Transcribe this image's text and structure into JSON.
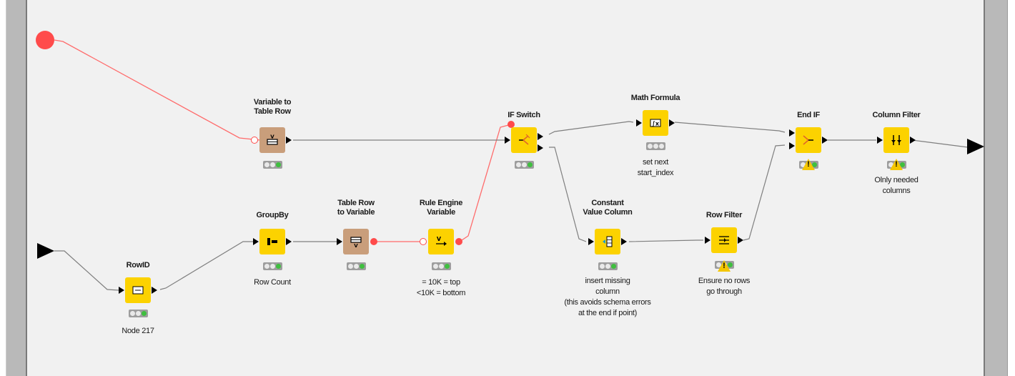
{
  "workflow": {
    "nodes": {
      "variable_to_table_row": {
        "title": "Variable to\nTable Row",
        "description": "",
        "icon": "variable-to-table-icon",
        "color": "#c99e7b",
        "status": [
          "off",
          "off",
          "green"
        ]
      },
      "if_switch": {
        "title": "IF Switch",
        "description": "",
        "icon": "if-switch-icon",
        "color": "#fcd200",
        "status": [
          "off",
          "off",
          "green"
        ]
      },
      "math_formula": {
        "title": "Math Formula",
        "description": "set next\nstart_index",
        "icon": "math-formula-icon",
        "color": "#fcd200",
        "status": [
          "off",
          "off",
          "off"
        ]
      },
      "end_if": {
        "title": "End IF",
        "description": "",
        "icon": "end-if-icon",
        "color": "#fcd200",
        "status": [
          "off",
          "warning",
          "green"
        ]
      },
      "column_filter": {
        "title": "Column Filter",
        "description": "Olnly needed\ncolumns",
        "icon": "column-filter-icon",
        "color": "#fcd200",
        "status": [
          "off",
          "warning",
          "green"
        ]
      },
      "groupby": {
        "title": "GroupBy",
        "description": "Row Count",
        "icon": "groupby-icon",
        "color": "#fcd200",
        "status": [
          "off",
          "off",
          "green"
        ]
      },
      "table_row_to_variable": {
        "title": "Table Row\nto Variable",
        "description": "",
        "icon": "table-to-variable-icon",
        "color": "#c99e7b",
        "status": [
          "off",
          "off",
          "green"
        ]
      },
      "rule_engine_variable": {
        "title": "Rule Engine\nVariable",
        "description": "= 10K = top\n<10K = bottom",
        "icon": "rule-engine-icon",
        "color": "#fcd200",
        "status": [
          "off",
          "off",
          "green"
        ]
      },
      "constant_value_column": {
        "title": "Constant\nValue Column",
        "description": "insert missing\ncolumn\n(this avoids schema errors\nat the end if point)",
        "icon": "constant-value-column-icon",
        "color": "#fcd200",
        "status": [
          "off",
          "off",
          "green"
        ]
      },
      "row_filter": {
        "title": "Row Filter",
        "description": "Ensure no rows\ngo through",
        "icon": "row-filter-icon",
        "color": "#fcd200",
        "status": [
          "off",
          "warning",
          "green"
        ]
      },
      "rowid": {
        "title": "RowID",
        "description": "Node 217",
        "icon": "rowid-icon",
        "color": "#fcd200",
        "status": [
          "off",
          "off",
          "green"
        ]
      }
    },
    "colors": {
      "canvas": "#f1f1f1",
      "frame": "#b9b9b9",
      "data_wire": "#7f7f7f",
      "flow_variable_wire": "#ff6b6b",
      "flow_variable_port": "#ff4b4b",
      "node_yellow": "#fcd200",
      "node_brown": "#c99e7b",
      "status_green": "#3fbf3f",
      "warning": "#f4c600"
    }
  }
}
